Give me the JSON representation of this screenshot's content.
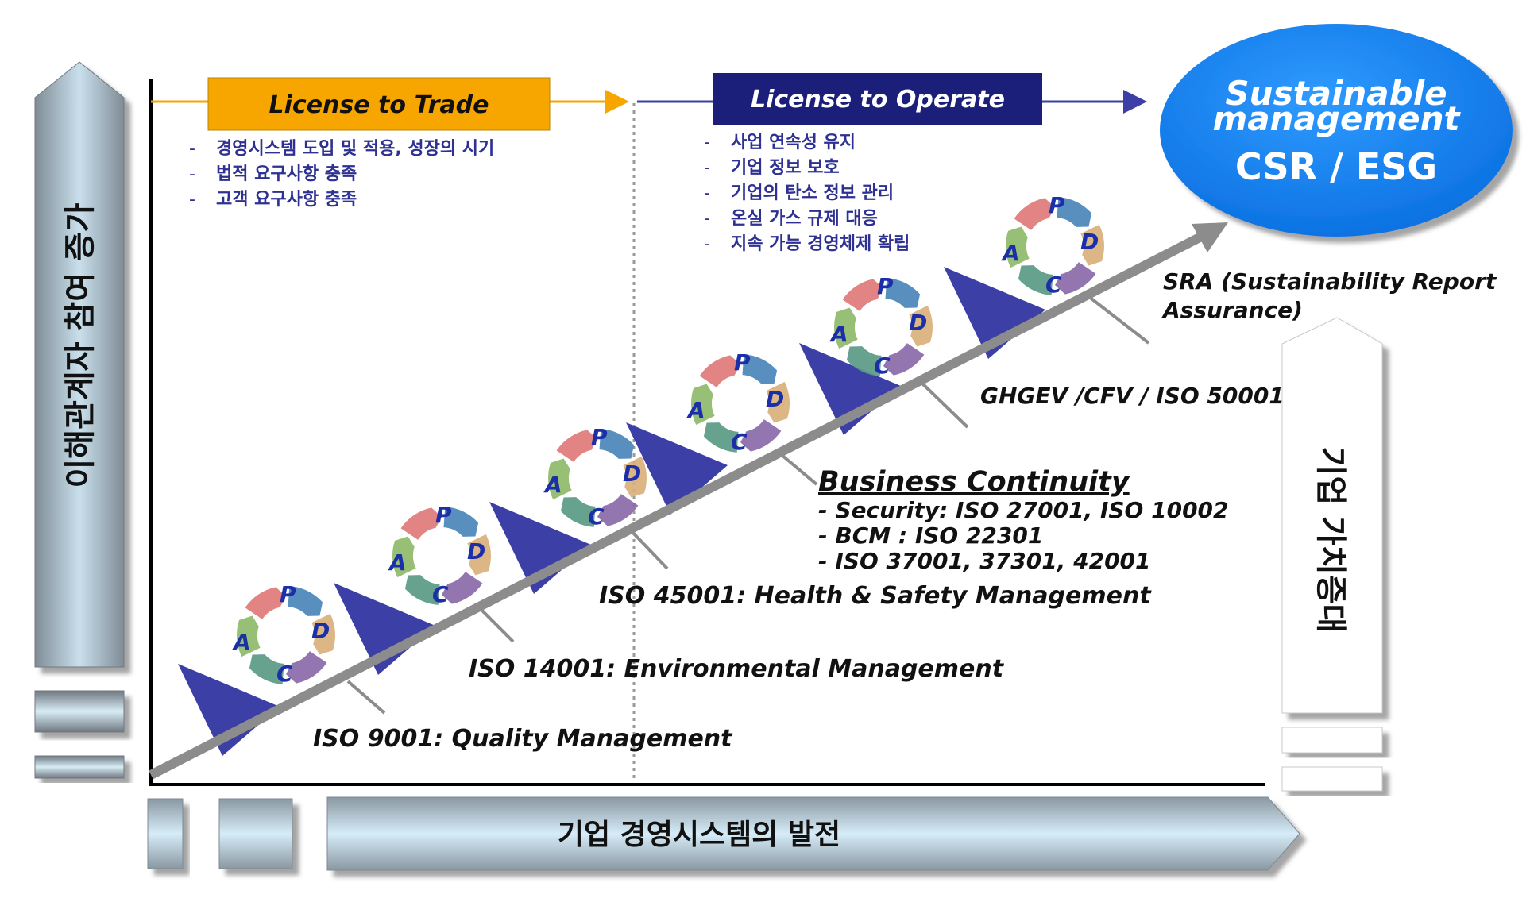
{
  "phases": {
    "trade": {
      "label": "License to Trade",
      "color": "#F7A600"
    },
    "operate": {
      "label": "License to Operate",
      "color": "#1B1F7A"
    }
  },
  "trade_bullets": [
    "경영시스템 도입 및 적용, 성장의 시기",
    "법적 요구사항 충족",
    "고객 요구사항 충족"
  ],
  "operate_bullets": [
    "사업 연속성 유지",
    "기업 정보 보호",
    "기업의 탄소 정보 관리",
    "온실 가스 규제 대응",
    "지속 가능 경영체제 확립"
  ],
  "bullet_marker": "-",
  "goal": {
    "line1": "Sustainable",
    "line2": "management",
    "line3": "CSR / ESG",
    "color": "#0A7BE8"
  },
  "axes": {
    "left": "이해관계자  참여 증가",
    "right": "기업 가치증대",
    "bottom": "기업 경영시스템의 발전"
  },
  "pdca": {
    "p": "P",
    "d": "D",
    "c": "C",
    "a": "A"
  },
  "stages": [
    "ISO 9001: Quality Management",
    "ISO 14001: Environmental Management",
    "ISO 45001: Health & Safety Management",
    "GHGEV /CFV / ISO 50001",
    "SRA (Sustainability Report",
    "Assurance)"
  ],
  "business_continuity": {
    "title": "Business Continuity",
    "items": [
      "- Security:  ISO 27001, ISO 10002",
      "- BCM : ISO 22301",
      "- ISO 37001, 37301, 42001"
    ]
  },
  "colors": {
    "bullet_text": "#2E3192",
    "triangle": "#3B3FA6",
    "stair": "#8C8C8C",
    "pdca_letter": "#1B2FA8"
  }
}
